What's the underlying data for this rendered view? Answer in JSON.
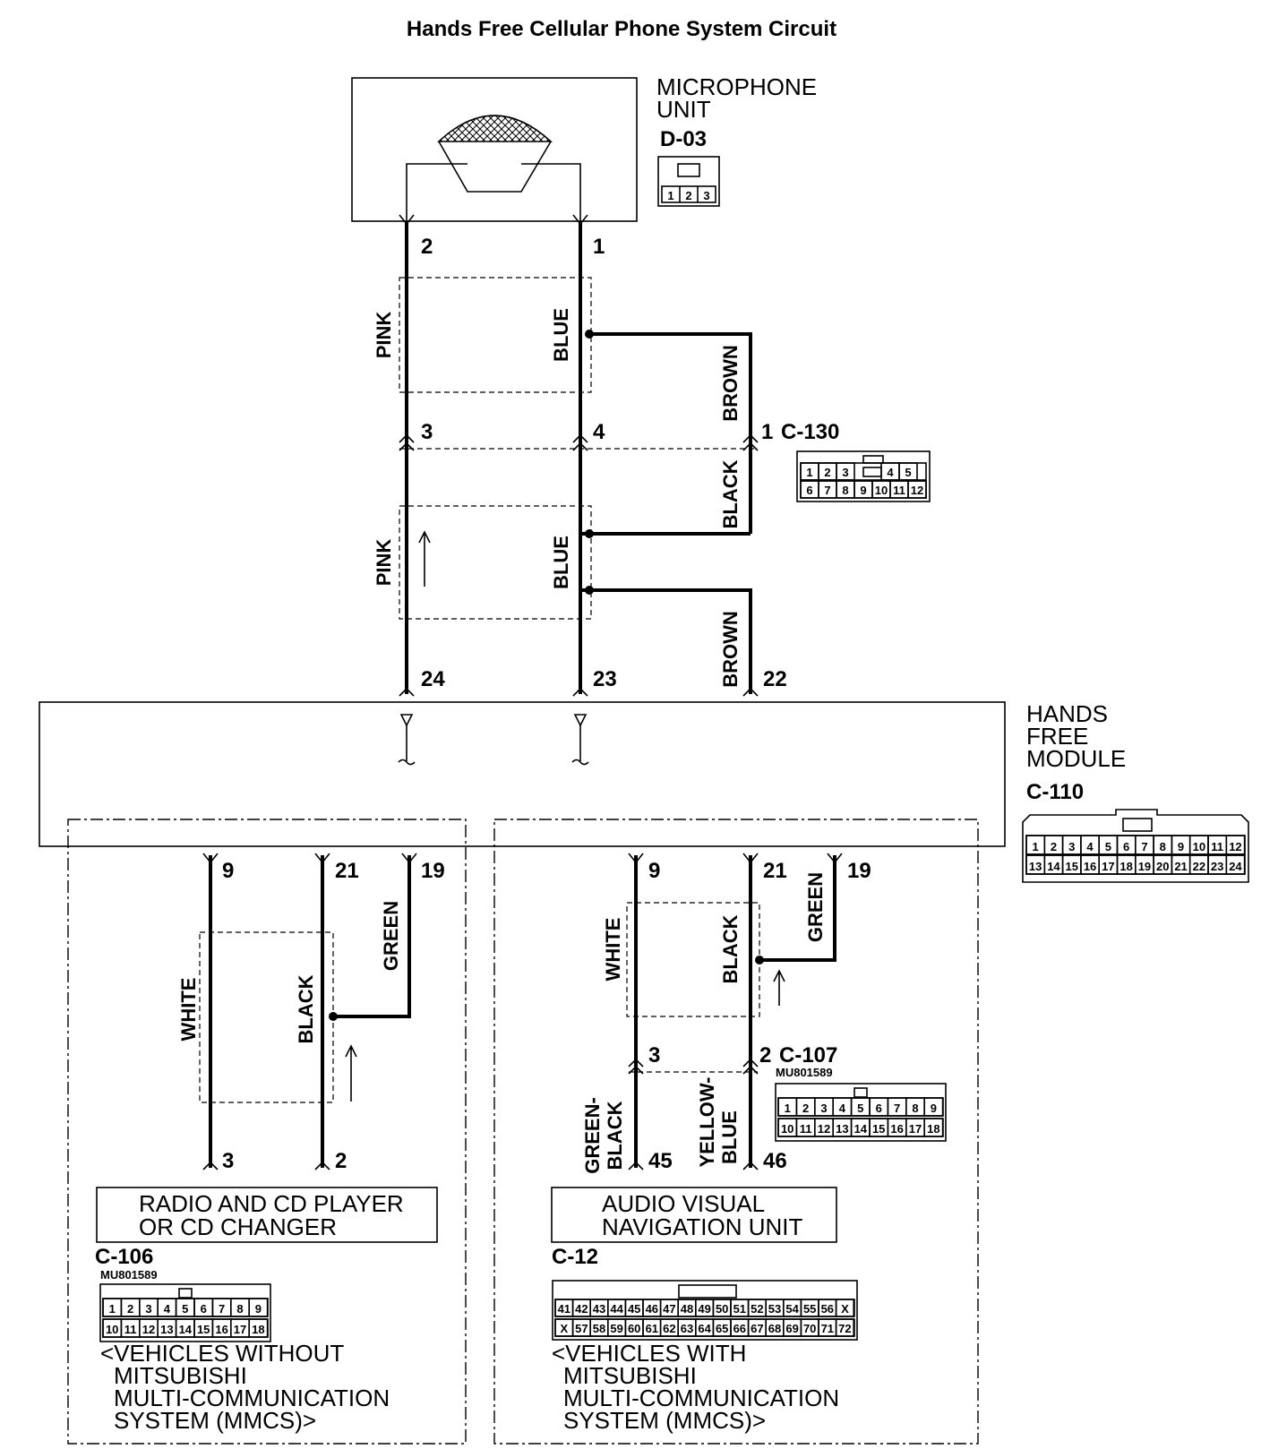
{
  "title": "Hands Free Cellular Phone System Circuit",
  "microphone": {
    "label_line1": "MICROPHONE",
    "label_line2": "UNIT",
    "connector_id": "D-03",
    "connector_pins": [
      "1",
      "2",
      "3"
    ],
    "pin_left": "2",
    "pin_right": "1"
  },
  "upper_wires": {
    "pink_top": "PINK",
    "blue_top": "BLUE",
    "brown_top": "BROWN",
    "pink_bottom": "PINK",
    "blue_bottom": "BLUE",
    "black": "BLACK",
    "brown_bottom": "BROWN"
  },
  "c130": {
    "id": "C-130",
    "pin_left": "3",
    "pin_mid": "4",
    "pin_right": "1",
    "row1": [
      "1",
      "2",
      "3",
      "4",
      "5"
    ],
    "row2": [
      "6",
      "7",
      "8",
      "9",
      "10",
      "11",
      "12"
    ]
  },
  "hfm": {
    "label_line1": "HANDS",
    "label_line2": "FREE",
    "label_line3": "MODULE",
    "connector_id": "C-110",
    "pin_top_1": "24",
    "pin_top_2": "23",
    "pin_top_3": "22",
    "row1": [
      "1",
      "2",
      "3",
      "4",
      "5",
      "6",
      "7",
      "8",
      "9",
      "10",
      "11",
      "12"
    ],
    "row2": [
      "13",
      "14",
      "15",
      "16",
      "17",
      "18",
      "19",
      "20",
      "21",
      "22",
      "23",
      "24"
    ]
  },
  "left_branch": {
    "pin_a": "9",
    "pin_b": "21",
    "pin_c": "19",
    "wire_white": "WHITE",
    "wire_black": "BLACK",
    "wire_green": "GREEN",
    "pin_bottom_a": "3",
    "pin_bottom_b": "2",
    "unit_line1": "RADIO AND CD PLAYER",
    "unit_line2": "OR CD CHANGER",
    "connector_id": "C-106",
    "part_no": "MU801589",
    "row1": [
      "1",
      "2",
      "3",
      "4",
      "5",
      "6",
      "7",
      "8",
      "9"
    ],
    "row2": [
      "10",
      "11",
      "12",
      "13",
      "14",
      "15",
      "16",
      "17",
      "18"
    ],
    "note_line1": "<VEHICLES WITHOUT",
    "note_line2": "MITSUBISHI",
    "note_line3": "MULTI-COMMUNICATION",
    "note_line4": "SYSTEM (MMCS)>"
  },
  "right_branch": {
    "pin_a": "9",
    "pin_b": "21",
    "pin_c": "19",
    "wire_white": "WHITE",
    "wire_black": "BLACK",
    "wire_green": "GREEN",
    "pin_mid_a": "3",
    "pin_mid_b": "2",
    "c107_id": "C-107",
    "c107_part": "MU801589",
    "c107_row1": [
      "1",
      "2",
      "3",
      "4",
      "5",
      "6",
      "7",
      "8",
      "9"
    ],
    "c107_row2": [
      "10",
      "11",
      "12",
      "13",
      "14",
      "15",
      "16",
      "17",
      "18"
    ],
    "wire_gb_1": "GREEN-",
    "wire_gb_2": "BLACK",
    "wire_yb_1": "YELLOW-",
    "wire_yb_2": "BLUE",
    "pin_bottom_a": "45",
    "pin_bottom_b": "46",
    "unit_line1": "AUDIO VISUAL",
    "unit_line2": "NAVIGATION UNIT",
    "connector_id": "C-12",
    "row1": [
      "41",
      "42",
      "43",
      "44",
      "45",
      "46",
      "47",
      "48",
      "49",
      "50",
      "51",
      "52",
      "53",
      "54",
      "55",
      "56",
      "X"
    ],
    "row2": [
      "X",
      "57",
      "58",
      "59",
      "60",
      "61",
      "62",
      "63",
      "64",
      "65",
      "66",
      "67",
      "68",
      "69",
      "70",
      "71",
      "72"
    ],
    "note_line1": "<VEHICLES WITH",
    "note_line2": "MITSUBISHI",
    "note_line3": "MULTI-COMMUNICATION",
    "note_line4": "SYSTEM (MMCS)>"
  }
}
